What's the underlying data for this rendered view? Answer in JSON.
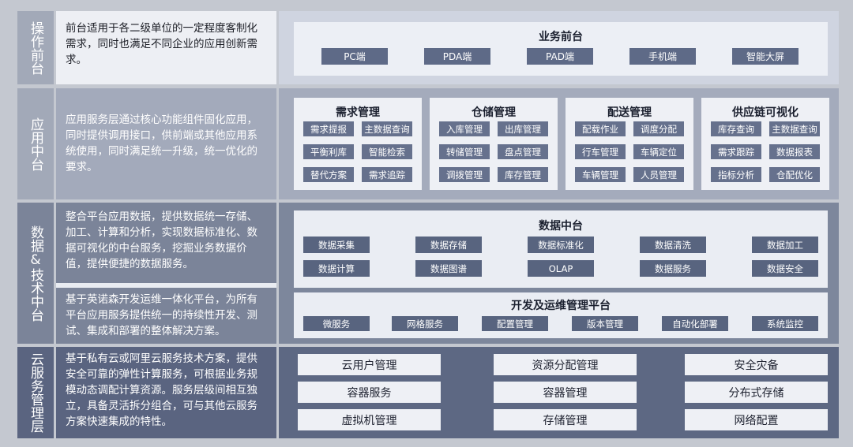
{
  "layers": {
    "operation": {
      "label": "操作前台",
      "desc": "前台适用于各二级单位的一定程度客制化需求，同时也满足不同企业的应用创新需求。",
      "box_title": "业务前台",
      "tags": [
        "PC端",
        "PDA端",
        "PAD端",
        "手机端",
        "智能大屏"
      ]
    },
    "application": {
      "label": "应用中台",
      "desc": "应用服务层通过核心功能组件固化应用，同时提供调用接口，供前端或其他应用系统使用，同时满足统一升级，统一优化的要求。",
      "groups": [
        {
          "title": "需求管理",
          "tags": [
            "需求提报",
            "主数据查询",
            "平衡利库",
            "智能检索",
            "替代方案",
            "需求追踪"
          ]
        },
        {
          "title": "仓储管理",
          "tags": [
            "入库管理",
            "出库管理",
            "转储管理",
            "盘点管理",
            "调拨管理",
            "库存管理"
          ]
        },
        {
          "title": "配送管理",
          "tags": [
            "配载作业",
            "调度分配",
            "行车管理",
            "车辆定位",
            "车辆管理",
            "人员管理"
          ]
        },
        {
          "title": "供应链可视化",
          "tags": [
            "库存查询",
            "主数据查询",
            "需求跟踪",
            "数据报表",
            "指标分析",
            "仓配优化"
          ]
        }
      ]
    },
    "data_tech": {
      "label": "数据&技术中台",
      "desc1": "整合平台应用数据，提供数据统一存储、加工、计算和分析，实现数据标准化、数据可视化的中台服务，挖掘业务数据价值，提供便捷的数据服务。",
      "desc2": "基于英诺森开发运维一体化平台，为所有平台应用服务提供统一的持续性开发、测试、集成和部署的整体解决方案。",
      "data_title": "数据中台",
      "data_tags": [
        "数据采集",
        "数据存储",
        "数据标准化",
        "数据清洗",
        "数据加工",
        "数据计算",
        "数据图谱",
        "OLAP",
        "数据服务",
        "数据安全"
      ],
      "devops_title": "开发及运维管理平台",
      "devops_tags": [
        "微服务",
        "网格服务",
        "配置管理",
        "版本管理",
        "自动化部署",
        "系统监控"
      ]
    },
    "cloud": {
      "label": "云服务管理层",
      "desc": "基于私有云或阿里云服务技术方案，提供安全可靠的弹性计算服务，可根据业务规模动态调配计算资源。服务层级间相互独立，具备灵活拆分组合，可与其他云服务方案快速集成的特性。",
      "cells": [
        "云用户管理",
        "资源分配管理",
        "安全灾备",
        "容器服务",
        "容器管理",
        "分布式存储",
        "虚拟机管理",
        "存储管理",
        "网络配置"
      ]
    }
  }
}
